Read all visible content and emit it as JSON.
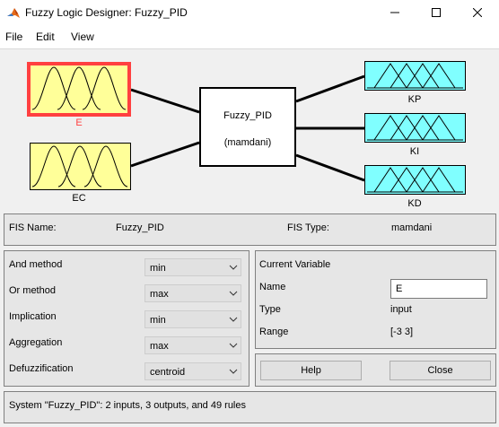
{
  "window": {
    "title": "Fuzzy Logic Designer: Fuzzy_PID",
    "app_icon": "matlab-icon",
    "controls": [
      "minimize-icon",
      "maximize-icon",
      "close-icon"
    ]
  },
  "menu": {
    "items": [
      {
        "label": "File"
      },
      {
        "label": "Edit"
      },
      {
        "label": "View"
      }
    ]
  },
  "diagram": {
    "inputs": [
      {
        "label": "E",
        "selected": true
      },
      {
        "label": "EC",
        "selected": false
      }
    ],
    "system": {
      "name": "Fuzzy_PID",
      "type_label": "(mamdani)"
    },
    "outputs": [
      {
        "label": "KP"
      },
      {
        "label": "KI"
      },
      {
        "label": "KD"
      }
    ],
    "colors": {
      "input_fill": "#ffff99",
      "output_fill": "#80ffff",
      "selected_border": "#ff4040",
      "selected_label": "#ff4040"
    }
  },
  "fis": {
    "name_label": "FIS Name:",
    "name_value": "Fuzzy_PID",
    "type_label": "FIS Type:",
    "type_value": "mamdani"
  },
  "methods": {
    "and_label": "And method",
    "and_value": "min",
    "or_label": "Or method",
    "or_value": "max",
    "implication_label": "Implication",
    "implication_value": "min",
    "aggregation_label": "Aggregation",
    "aggregation_value": "max",
    "defuzz_label": "Defuzzification",
    "defuzz_value": "centroid"
  },
  "current_variable": {
    "header": "Current Variable",
    "name_label": "Name",
    "name_value": "E",
    "type_label": "Type",
    "type_value": "input",
    "range_label": "Range",
    "range_value": "[-3 3]"
  },
  "buttons": {
    "help": "Help",
    "close": "Close"
  },
  "status": "System \"Fuzzy_PID\": 2 inputs, 3 outputs, and 49 rules"
}
